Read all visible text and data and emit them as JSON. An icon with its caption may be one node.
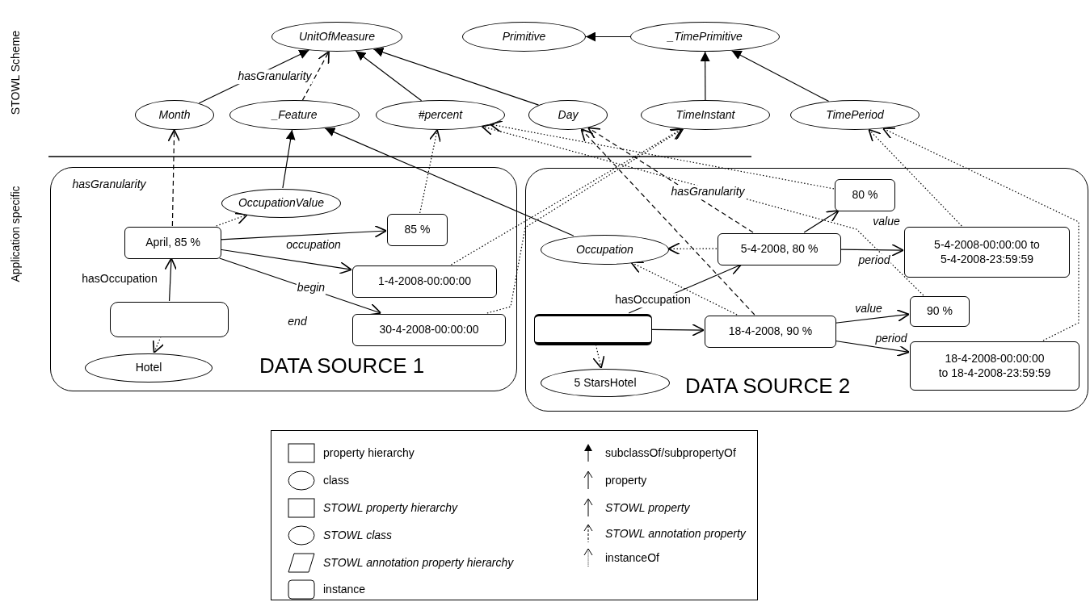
{
  "diagram": {
    "nodes": [
      {
        "text": [
          "UnitOfMeasure"
        ]
      },
      {
        "text": [
          "Primitive"
        ]
      },
      {
        "text": [
          "_TimePrimitive"
        ]
      },
      {
        "text": [
          "Month"
        ]
      },
      {
        "text": [
          "_Feature"
        ]
      },
      {
        "text": [
          "#percent"
        ]
      },
      {
        "text": [
          "Day"
        ]
      },
      {
        "text": [
          "TimeInstant"
        ]
      },
      {
        "text": [
          "TimePeriod"
        ]
      },
      {
        "text": [
          "DATA SOURCE 1"
        ]
      },
      {
        "text": [
          "OccupationValue"
        ],
        "in": 9
      },
      {
        "text": [
          "April, 85 %"
        ],
        "in": 9
      },
      {
        "text": [
          "85 %"
        ],
        "in": 9
      },
      {
        "text": [
          "1-4-2008-00:00:00"
        ],
        "in": 9
      },
      {
        "text": [
          "30-4-2008-00:00:00"
        ],
        "in": 9
      },
      {
        "text": [],
        "shape": "box",
        "in": 9
      },
      {
        "text": [
          "Hotel"
        ],
        "in": 9
      },
      {
        "text": [
          "DATA SOURCE 2"
        ]
      },
      {
        "text": [
          "80 %"
        ],
        "in": 17
      },
      {
        "text": [
          "Occupation"
        ],
        "in": 17
      },
      {
        "text": [
          "5-4-2008, 80 %"
        ],
        "in": 17
      },
      {
        "text": [
          "5-4-2008-00:00:00 to 5-4-2008-23:59:59"
        ],
        "in": 17
      },
      {
        "text": [],
        "shape": "box",
        "in": 17
      },
      {
        "text": [
          "18-4-2008, 90 %"
        ],
        "in": 17
      },
      {
        "text": [
          "90 %"
        ],
        "in": 17
      },
      {
        "text": [
          "18-4-2008-00:00:00 to 18-4-2008-23:59:59"
        ],
        "in": 17
      },
      {
        "text": [
          "5 StarsHotel"
        ],
        "in": 17
      }
    ],
    "edges": [
      {
        "from": 3,
        "to": 0,
        "arrow": "to"
      },
      {
        "from": 4,
        "to": 0,
        "arrow": "to",
        "label": "hasGranularity",
        "style": "dashed"
      },
      {
        "from": 5,
        "to": 0,
        "arrow": "to"
      },
      {
        "from": 6,
        "to": 0,
        "arrow": "to"
      },
      {
        "from": 2,
        "to": 1,
        "arrow": "to"
      },
      {
        "from": 7,
        "to": 2,
        "arrow": "to"
      },
      {
        "from": 8,
        "to": 2,
        "arrow": "to"
      },
      {
        "from": 10,
        "to": 4,
        "arrow": "to"
      },
      {
        "from": 19,
        "to": 4,
        "arrow": "to"
      },
      {
        "from": 11,
        "to": 3,
        "arrow": "to",
        "label": "hasGranularity",
        "style": "dashed"
      },
      {
        "from": 11,
        "to": 10,
        "arrow": "to",
        "style": "dashed"
      },
      {
        "from": 11,
        "to": 12,
        "arrow": "to",
        "label": "occupation"
      },
      {
        "from": 11,
        "to": 13,
        "arrow": "to",
        "label": "begin"
      },
      {
        "from": 11,
        "to": 14,
        "arrow": "to",
        "label": "end"
      },
      {
        "from": 15,
        "to": 11,
        "arrow": "to",
        "label": "hasOccupation"
      },
      {
        "from": 15,
        "to": 16,
        "arrow": "to",
        "style": "dashed"
      },
      {
        "from": 12,
        "to": 5,
        "arrow": "to",
        "style": "dashed"
      },
      {
        "from": 13,
        "to": 7,
        "arrow": "to",
        "style": "dashed"
      },
      {
        "from": 14,
        "to": 7,
        "arrow": "to",
        "style": "dashed"
      },
      {
        "from": 20,
        "to": 6,
        "arrow": "to",
        "label": "hasGranularity",
        "style": "dashed"
      },
      {
        "from": 23,
        "to": 6,
        "arrow": "to",
        "style": "dashed"
      },
      {
        "from": 20,
        "to": 19,
        "arrow": "to",
        "style": "dashed"
      },
      {
        "from": 23,
        "to": 19,
        "arrow": "to",
        "style": "dashed"
      },
      {
        "from": 20,
        "to": 18,
        "arrow": "to",
        "label": "value"
      },
      {
        "from": 20,
        "to": 21,
        "arrow": "to",
        "label": "period"
      },
      {
        "from": 22,
        "to": 20,
        "arrow": "to",
        "label": "hasOccupation"
      },
      {
        "from": 22,
        "to": 23,
        "arrow": "to"
      },
      {
        "from": 23,
        "to": 24,
        "arrow": "to",
        "label": "value"
      },
      {
        "from": 23,
        "to": 25,
        "arrow": "to",
        "label": "period"
      },
      {
        "from": 22,
        "to": 26,
        "arrow": "to",
        "style": "dashed"
      },
      {
        "from": 18,
        "to": 5,
        "arrow": "to",
        "style": "dashed"
      },
      {
        "from": 24,
        "to": 5,
        "arrow": "to",
        "style": "dashed"
      },
      {
        "from": 21,
        "to": 8,
        "arrow": "to",
        "style": "dashed"
      },
      {
        "from": 25,
        "to": 8,
        "arrow": "to",
        "style": "dashed"
      }
    ],
    "labels": [
      "STOWL Scheme",
      "Application specific"
    ],
    "legend": [
      {
        "text": "property hierarchy"
      },
      {
        "text": "class"
      },
      {
        "text": "STOWL property hierarchy"
      },
      {
        "text": "STOWL class"
      },
      {
        "text": "STOWL annotation property hierarchy"
      },
      {
        "text": "instance"
      },
      {
        "text": "subclassOf/subpropertyOf"
      },
      {
        "text": "property"
      },
      {
        "text": "STOWL property"
      },
      {
        "text": "STOWL annotation property"
      },
      {
        "text": "instanceOf"
      }
    ]
  }
}
